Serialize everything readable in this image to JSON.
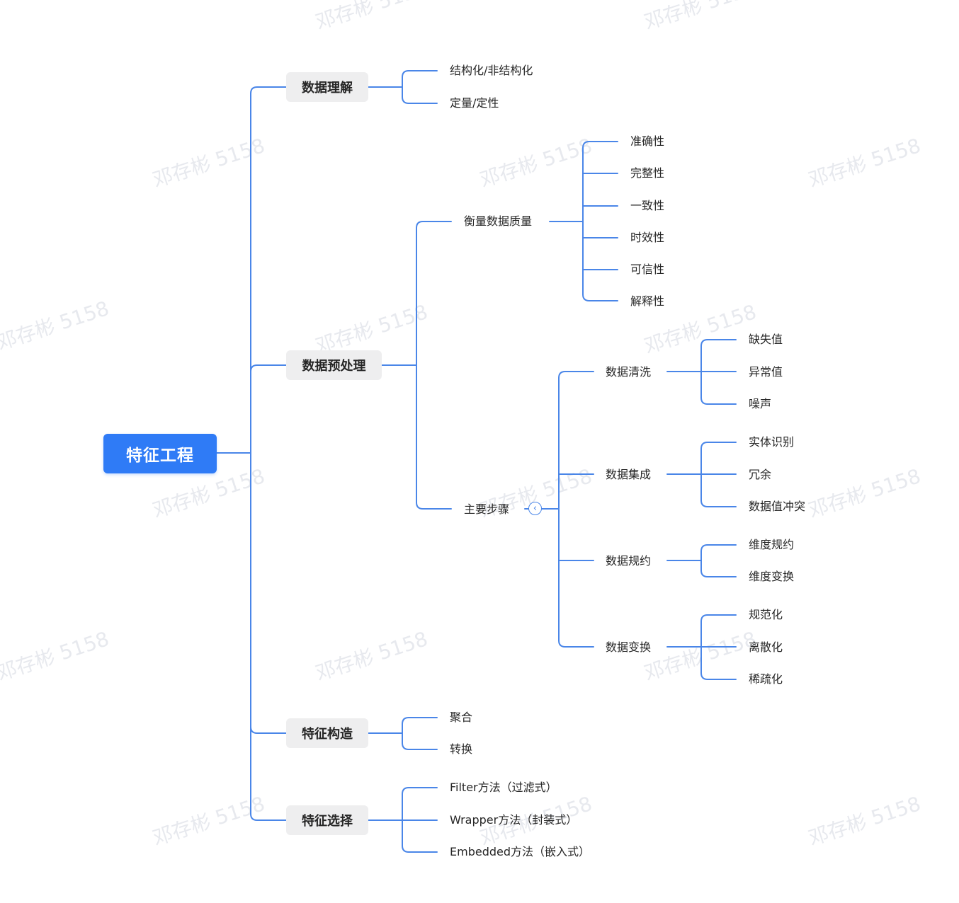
{
  "watermark_text": "邓存彬 5158",
  "colors": {
    "accent": "#2f7bf6",
    "line": "#4a86e8",
    "branch_bg": "#eeeeef"
  },
  "root": {
    "label": "特征工程"
  },
  "branches": [
    {
      "label": "数据理解",
      "children": [
        "结构化/非结构化",
        "定量/定性"
      ]
    },
    {
      "label": "数据预处理",
      "children": [
        {
          "label": "衡量数据质量",
          "children": [
            "准确性",
            "完整性",
            "一致性",
            "时效性",
            "可信性",
            "解释性"
          ]
        },
        {
          "label": "主要步骤",
          "collapse_icon": "chevron-left-icon",
          "children": [
            {
              "label": "数据清洗",
              "children": [
                "缺失值",
                "异常值",
                "噪声"
              ]
            },
            {
              "label": "数据集成",
              "children": [
                "实体识别",
                "冗余",
                "数据值冲突"
              ]
            },
            {
              "label": "数据规约",
              "children": [
                "维度规约",
                "维度变换"
              ]
            },
            {
              "label": "数据变换",
              "children": [
                "规范化",
                "离散化",
                "稀疏化"
              ]
            }
          ]
        }
      ]
    },
    {
      "label": "特征构造",
      "children": [
        "聚合",
        "转换"
      ]
    },
    {
      "label": "特征选择",
      "children": [
        "Filter方法（过滤式）",
        "Wrapper方法（封装式）",
        "Embedded方法（嵌入式）"
      ]
    }
  ]
}
